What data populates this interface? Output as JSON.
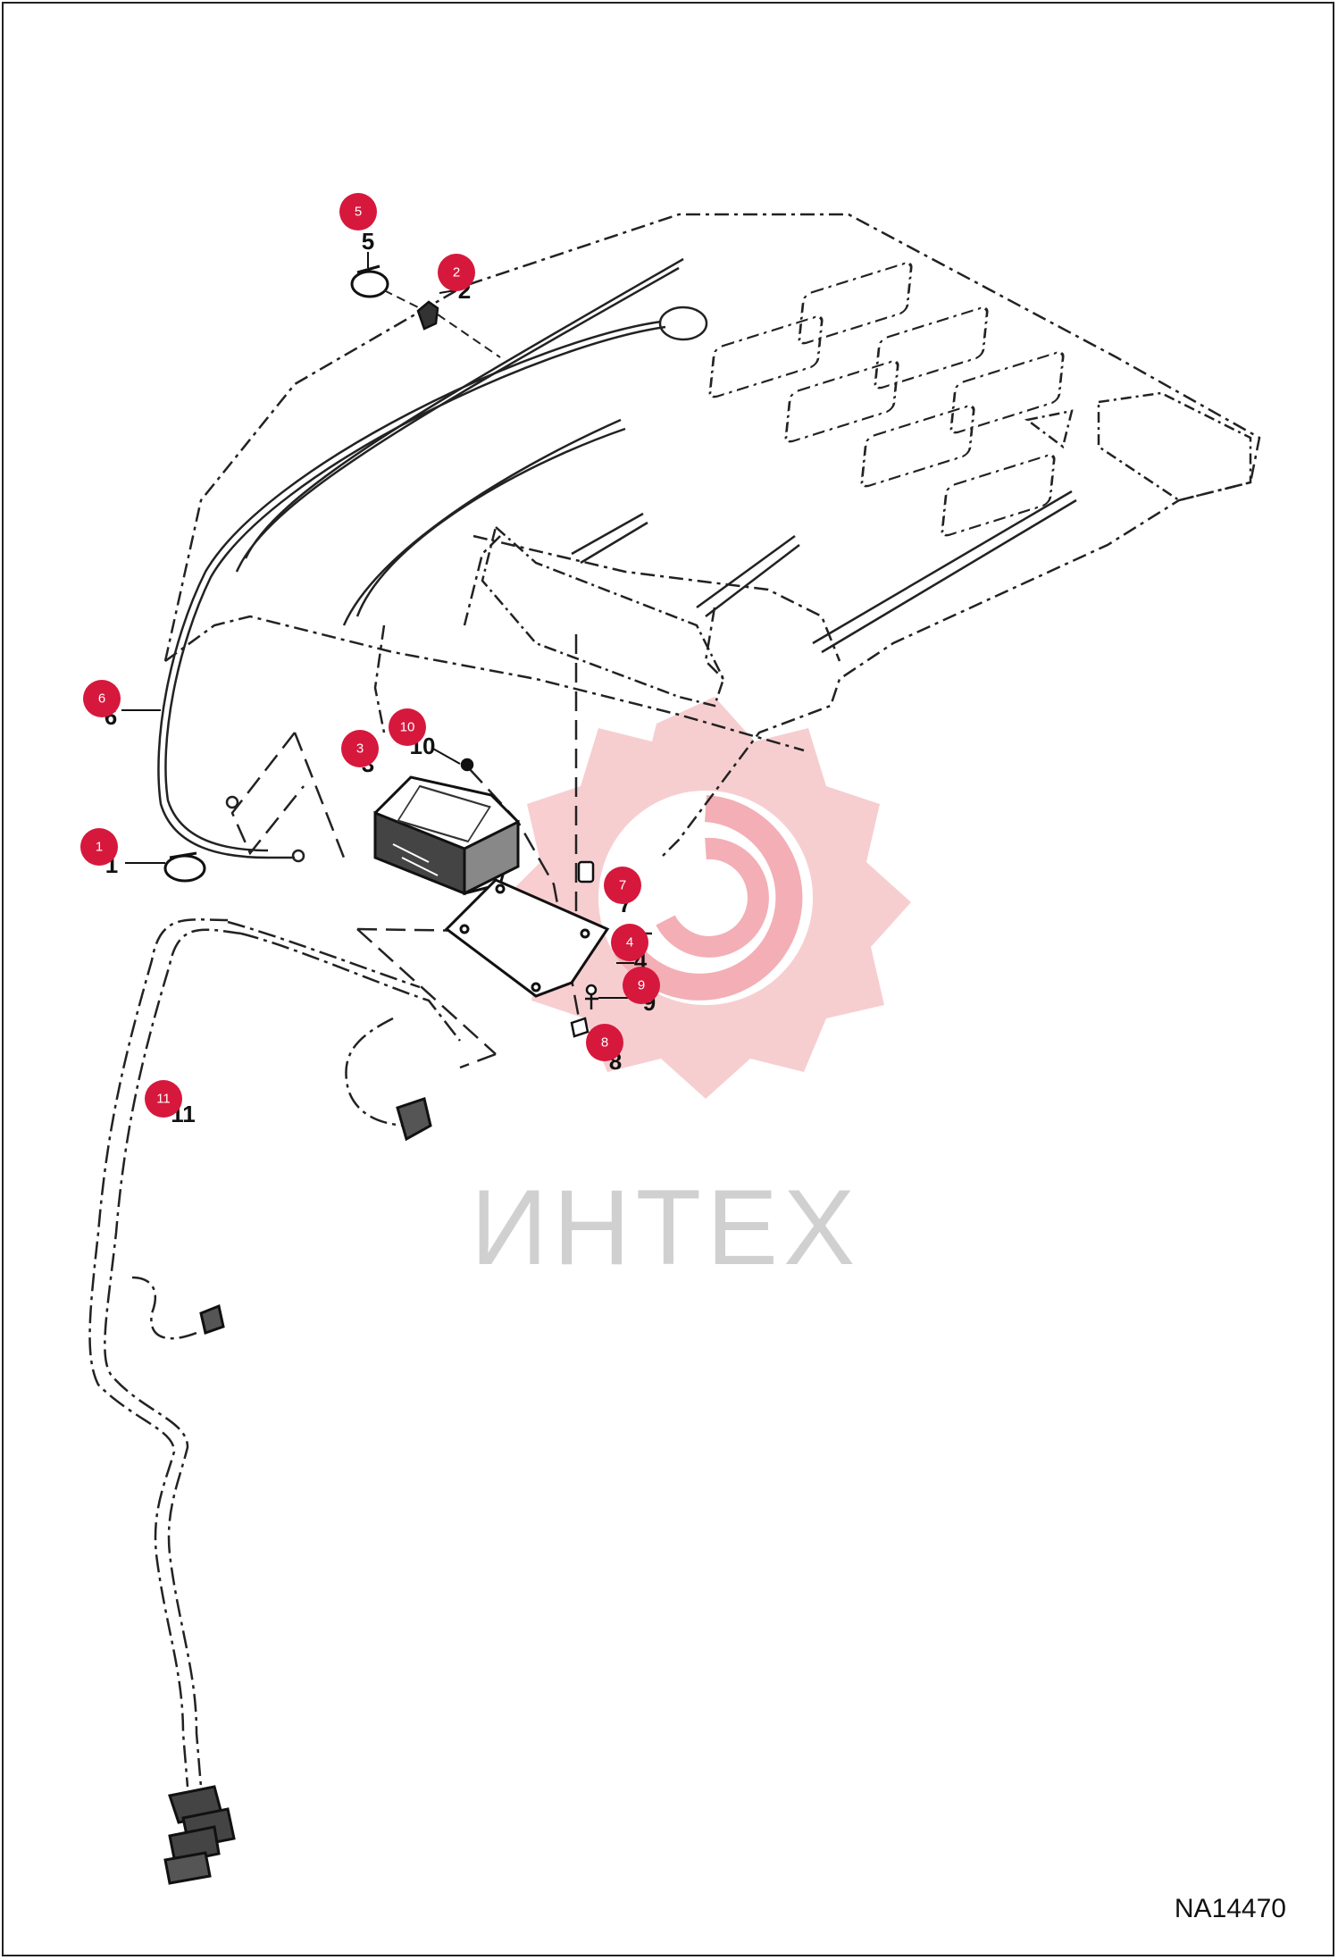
{
  "drawing_id": "NA14470",
  "watermark": {
    "text": "ИНТЕХ",
    "color": "#d0d0d0",
    "gear_color": "#f7c9cc"
  },
  "callout_color": "#d6183c",
  "parts": [
    {
      "callout": "1",
      "label": "1"
    },
    {
      "callout": "2",
      "label": "2"
    },
    {
      "callout": "3",
      "label": "3"
    },
    {
      "callout": "4",
      "label": "4"
    },
    {
      "callout": "5",
      "label": "5"
    },
    {
      "callout": "6",
      "label": "6"
    },
    {
      "callout": "7",
      "label": "7"
    },
    {
      "callout": "8",
      "label": "8"
    },
    {
      "callout": "9",
      "label": "9"
    },
    {
      "callout": "10",
      "label": "10"
    },
    {
      "callout": "11",
      "label": "11"
    }
  ]
}
